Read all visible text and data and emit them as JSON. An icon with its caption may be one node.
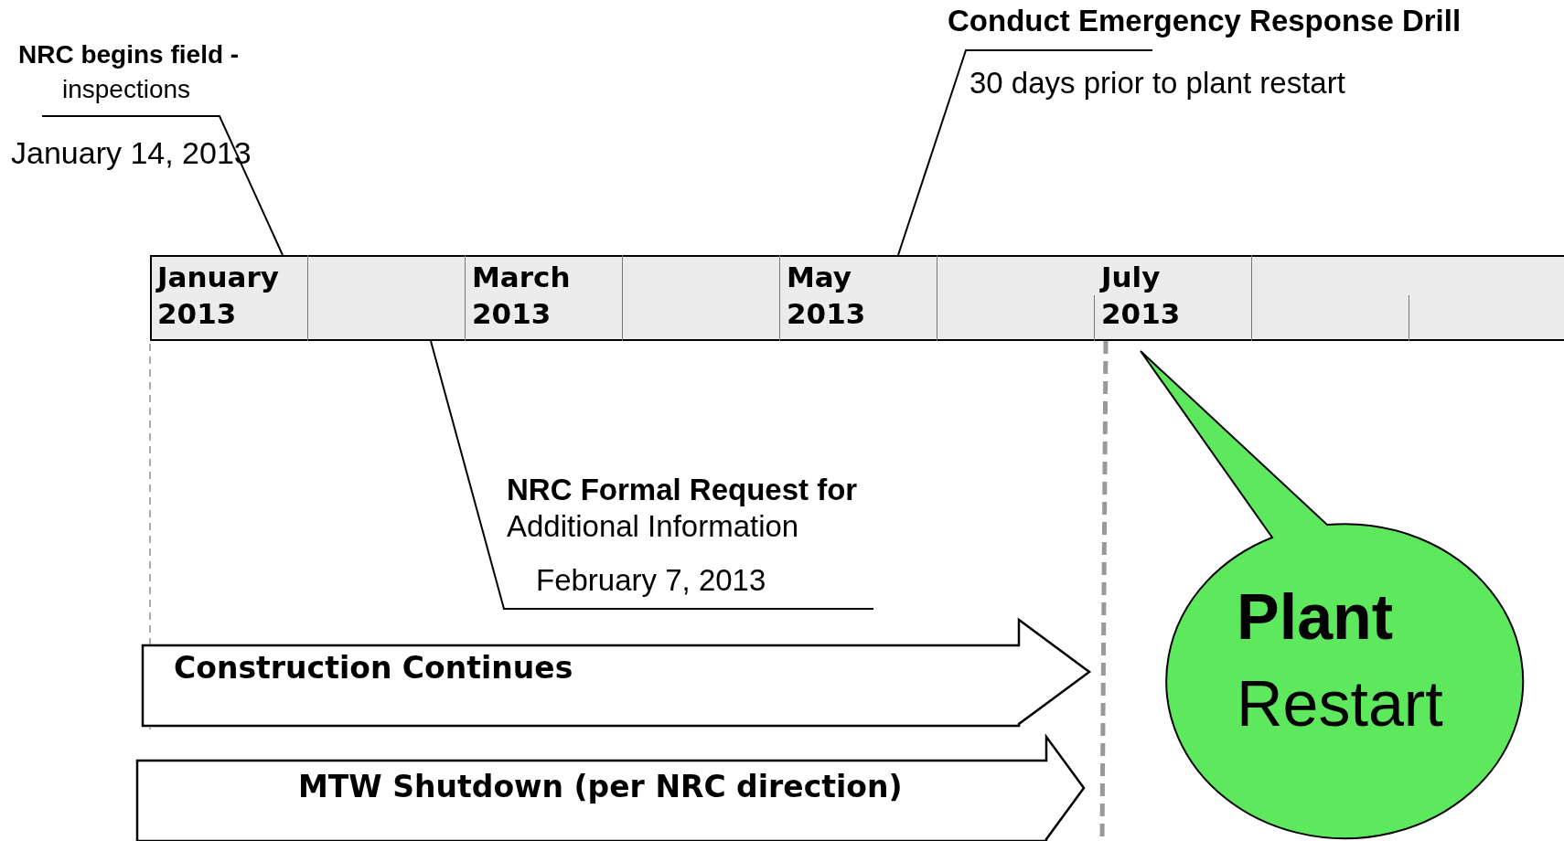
{
  "diagram": {
    "nodes": [
      {
        "text": [
          "NRC begins field -",
          "inspections",
          "January 14, 2013"
        ]
      },
      {
        "text": [
          "Conduct Emergency Response Drill",
          "30 days prior to plant restart"
        ]
      },
      {
        "text": [],
        "shape": "bar"
      },
      {
        "text": [
          "**NRC Formal Request for** Additional Information",
          "February 7, 2013"
        ]
      },
      {
        "text": [
          "Construction Continues"
        ]
      },
      {
        "text": [
          "MTW Shutdown (per NRC direction)"
        ]
      },
      {
        "text": [
          "Plant",
          "Restart"
        ]
      }
    ],
    "edges": [
      {
        "from": 0,
        "to": 2,
        "arrow": "none"
      },
      {
        "from": 1,
        "to": 2,
        "arrow": "none"
      },
      {
        "from": 3,
        "to": 2,
        "arrow": "none"
      }
    ],
    "labels": [
      "January 2013",
      "March 2013",
      "May 2013",
      "July 2013"
    ]
  }
}
